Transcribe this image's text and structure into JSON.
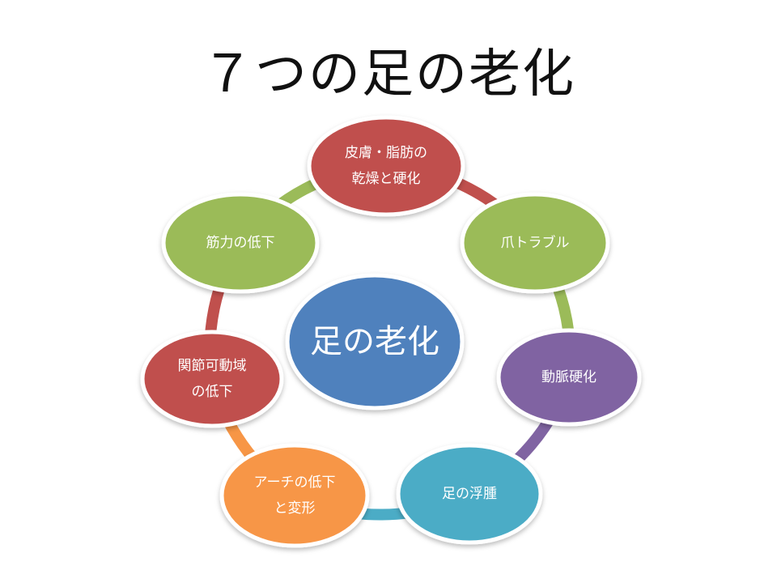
{
  "title": "７つの足の老化",
  "center": {
    "label": "足の老化",
    "color": "#4F81BD"
  },
  "nodes": [
    {
      "lines": [
        "皮膚・脂肪の",
        "乾燥と硬化"
      ],
      "color": "#C0504D"
    },
    {
      "lines": [
        "爪トラブル"
      ],
      "color": "#9BBB59"
    },
    {
      "lines": [
        "動脈硬化"
      ],
      "color": "#8064A2"
    },
    {
      "lines": [
        "足の浮腫"
      ],
      "color": "#4BACC6"
    },
    {
      "lines": [
        "アーチの低下",
        "と変形"
      ],
      "color": "#F79646"
    },
    {
      "lines": [
        "関節可動域",
        "の低下"
      ],
      "color": "#C0504D"
    },
    {
      "lines": [
        "筋力の低下"
      ],
      "color": "#9BBB59"
    }
  ]
}
